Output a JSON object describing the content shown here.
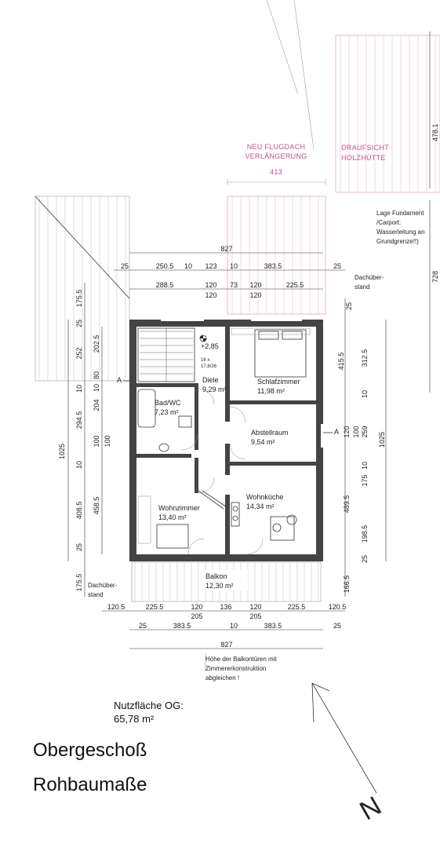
{
  "annotations": {
    "roof_extension": [
      "NEU FLUGDACH",
      "VERLÄNGERUNG"
    ],
    "roof_extension_width": "413",
    "hut_top_view": [
      "DRAUFSICHT",
      "HOLZHÜTTE"
    ],
    "foundation_note": [
      "Lage Fundament",
      "/Carport:",
      "Wasserleitung an",
      "Grundgrenze!!)"
    ],
    "roof_overhang_top": [
      "Dachüber-",
      "stand"
    ],
    "roof_overhang_bottom": [
      "Dachüber-",
      "stand"
    ],
    "balcony_note": [
      "Höhe der Balkontüren mit",
      "Zimmererkonstruktion",
      "abgleichen !"
    ],
    "section_mark": "A",
    "north_label": "N",
    "level_mark": "+2,85",
    "stair_info": [
      "16 x",
      "17,8/26"
    ]
  },
  "rooms": {
    "diele": {
      "name": "Diele",
      "area": "9,29 m²"
    },
    "schlafzimmer": {
      "name": "Schlafzimmer",
      "area": "11,98 m²"
    },
    "bad": {
      "name": "Bad/WC",
      "area": "7,23 m²"
    },
    "abstellraum": {
      "name": "Abstellraum",
      "area": "9,54 m²"
    },
    "wohnzimmer": {
      "name": "Wohnzimmer",
      "area": "13,40 m²"
    },
    "wohnkueche": {
      "name": "Wohnküche",
      "area": "14,34 m²"
    },
    "balkon": {
      "name": "Balkon",
      "area": "12,30 m²"
    }
  },
  "dimensions": {
    "top_total": "827",
    "top_row1": [
      "25",
      "250.5",
      "10",
      "123",
      "10",
      "383.5",
      "25"
    ],
    "top_row2": [
      "288.5",
      "120",
      "73",
      "120",
      "225.5"
    ],
    "top_row2_sub": [
      "120",
      "120"
    ],
    "left_outer": "1025",
    "left_mid": [
      "175.5",
      "25",
      "252",
      "10",
      "294.5",
      "10",
      "408.5",
      "25",
      "175.5"
    ],
    "left_inner": [
      "202.5",
      "80",
      "10",
      "204",
      "100",
      "100",
      "458.5"
    ],
    "right_outer": "1025",
    "right_inner": [
      "25",
      "415.5",
      "312.5",
      "10",
      "120",
      "100",
      "259",
      "10",
      "175",
      "489.5",
      "198.5",
      "25",
      "166.5"
    ],
    "far_right": [
      "478.1",
      "728"
    ],
    "bottom_row1": [
      "120.5",
      "225.5",
      "120",
      "136",
      "120",
      "225.5",
      "120.5"
    ],
    "bottom_row1_sub": [
      "205",
      "205"
    ],
    "bottom_row2": [
      "25",
      "383.5",
      "10",
      "383.5",
      "25"
    ],
    "bottom_total": "827"
  },
  "summary": {
    "area_label": "Nutzfläche OG:",
    "area_value": "65,78 m²",
    "title1": "Obergeschoß",
    "title2": "Rohbaumaße"
  }
}
